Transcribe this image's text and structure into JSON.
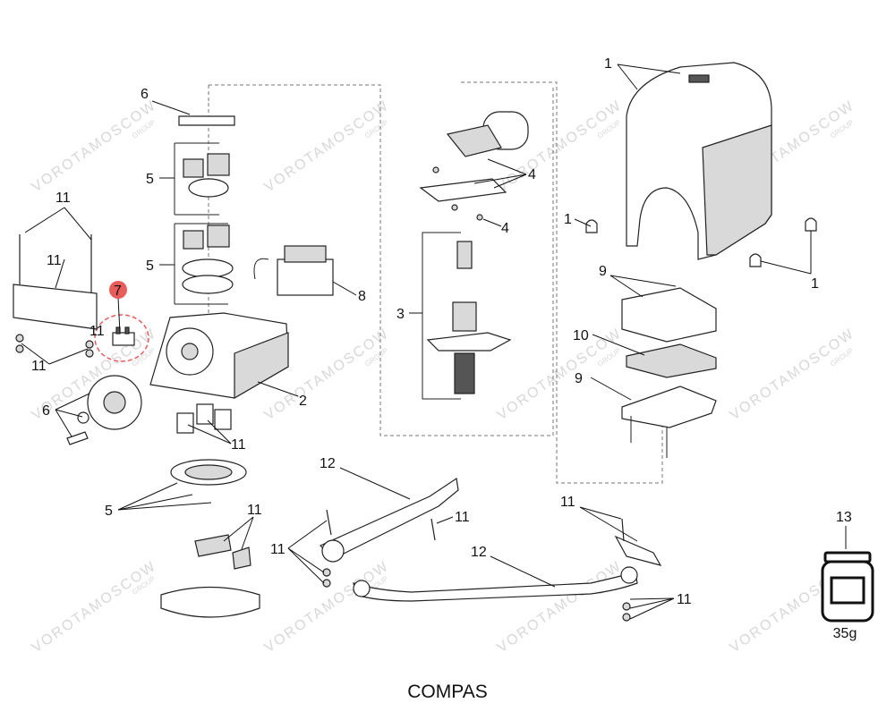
{
  "title": "COMPAS",
  "watermark": "VOROTAMOSCOW",
  "watermark_sub": "GROUP",
  "highlight_color": "#e85c5c",
  "callouts": [
    {
      "id": "c1a",
      "label": "1"
    },
    {
      "id": "c1b",
      "label": "1"
    },
    {
      "id": "c1c",
      "label": "1"
    },
    {
      "id": "c2",
      "label": "2"
    },
    {
      "id": "c3",
      "label": "3"
    },
    {
      "id": "c4a",
      "label": "4"
    },
    {
      "id": "c4b",
      "label": "4"
    },
    {
      "id": "c5a",
      "label": "5"
    },
    {
      "id": "c5b",
      "label": "5"
    },
    {
      "id": "c5c",
      "label": "5"
    },
    {
      "id": "c6a",
      "label": "6"
    },
    {
      "id": "c6b",
      "label": "6"
    },
    {
      "id": "c7",
      "label": "7"
    },
    {
      "id": "c8",
      "label": "8"
    },
    {
      "id": "c9a",
      "label": "9"
    },
    {
      "id": "c9b",
      "label": "9"
    },
    {
      "id": "c10",
      "label": "10"
    },
    {
      "id": "c11a",
      "label": "11"
    },
    {
      "id": "c11b",
      "label": "11"
    },
    {
      "id": "c11c",
      "label": "11"
    },
    {
      "id": "c11d",
      "label": "11"
    },
    {
      "id": "c11e",
      "label": "11"
    },
    {
      "id": "c11f",
      "label": "11"
    },
    {
      "id": "c11g",
      "label": "11"
    },
    {
      "id": "c11h",
      "label": "11"
    },
    {
      "id": "c11i",
      "label": "11"
    },
    {
      "id": "c11j",
      "label": "11"
    },
    {
      "id": "c12a",
      "label": "12"
    },
    {
      "id": "c12b",
      "label": "12"
    },
    {
      "id": "c13",
      "label": "13"
    }
  ],
  "grease_weight": "35g"
}
